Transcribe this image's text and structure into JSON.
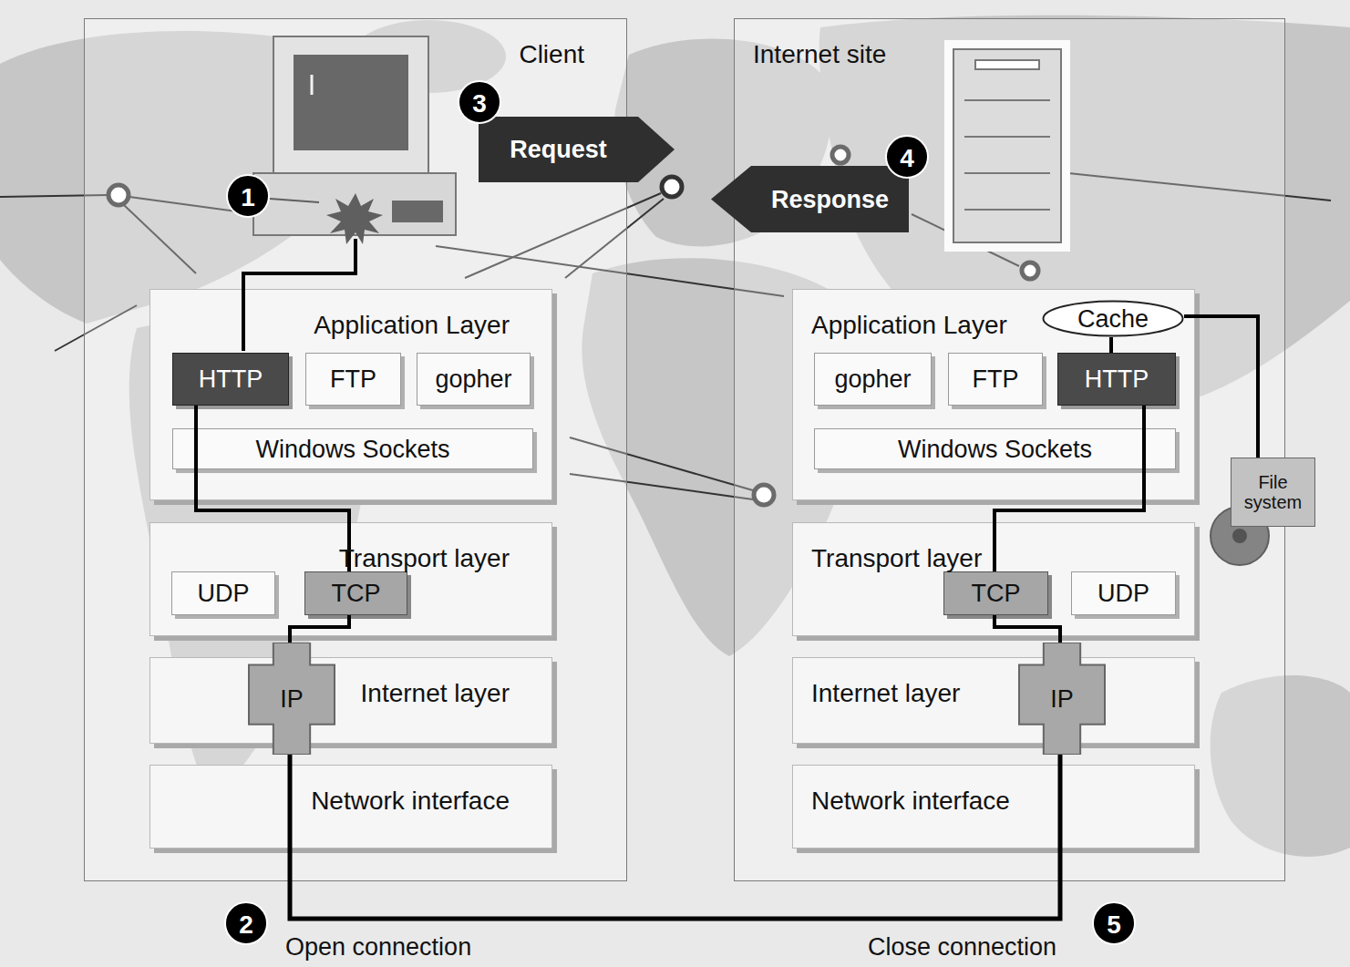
{
  "diagram": {
    "nodes": [
      {
        "text": [
          "Client"
        ]
      },
      {
        "text": [
          "Application Layer"
        ],
        "in": 0
      },
      {
        "text": [
          "HTTP"
        ],
        "in": 1
      },
      {
        "text": [
          "FTP"
        ],
        "in": 1
      },
      {
        "text": [
          "gopher"
        ],
        "in": 1
      },
      {
        "text": [
          "Windows Sockets"
        ],
        "in": 1
      },
      {
        "text": [
          "Transport layer"
        ],
        "in": 0
      },
      {
        "text": [
          "UDP"
        ],
        "in": 6
      },
      {
        "text": [
          "TCP"
        ],
        "in": 6
      },
      {
        "text": [
          "Internet layer"
        ],
        "in": 0
      },
      {
        "text": [
          "IP"
        ],
        "in": 9
      },
      {
        "text": [
          "Network interface"
        ],
        "in": 0
      },
      {
        "text": [
          "Internet site"
        ]
      },
      {
        "text": [
          "Application Layer"
        ],
        "in": 12
      },
      {
        "text": [
          "Cache"
        ],
        "in": 13
      },
      {
        "text": [
          "gopher"
        ],
        "in": 13
      },
      {
        "text": [
          "FTP"
        ],
        "in": 13
      },
      {
        "text": [
          "HTTP"
        ],
        "in": 13
      },
      {
        "text": [
          "Windows Sockets"
        ],
        "in": 13
      },
      {
        "text": [
          "Transport layer"
        ],
        "in": 12
      },
      {
        "text": [
          "TCP"
        ],
        "in": 19
      },
      {
        "text": [
          "UDP"
        ],
        "in": 19
      },
      {
        "text": [
          "Internet layer"
        ],
        "in": 12
      },
      {
        "text": [
          "IP"
        ],
        "in": 22
      },
      {
        "text": [
          "Network interface"
        ],
        "in": 12
      },
      {
        "text": [
          "File system"
        ]
      },
      {
        "text": [
          "Request"
        ]
      },
      {
        "text": [
          "Response"
        ]
      }
    ],
    "edges": [
      {
        "from": 2,
        "to": 8,
        "arrow": "none"
      },
      {
        "from": 8,
        "to": 10,
        "arrow": "none"
      },
      {
        "from": 10,
        "to": 23,
        "arrow": "none"
      },
      {
        "from": 23,
        "to": 20,
        "arrow": "none"
      },
      {
        "from": 20,
        "to": 17,
        "arrow": "none"
      },
      {
        "from": 14,
        "to": 17,
        "arrow": "none"
      },
      {
        "from": 14,
        "to": 25,
        "arrow": "none"
      }
    ],
    "labels": [
      "1",
      "2",
      "3",
      "4",
      "5",
      "Open connection",
      "Close connection"
    ]
  }
}
